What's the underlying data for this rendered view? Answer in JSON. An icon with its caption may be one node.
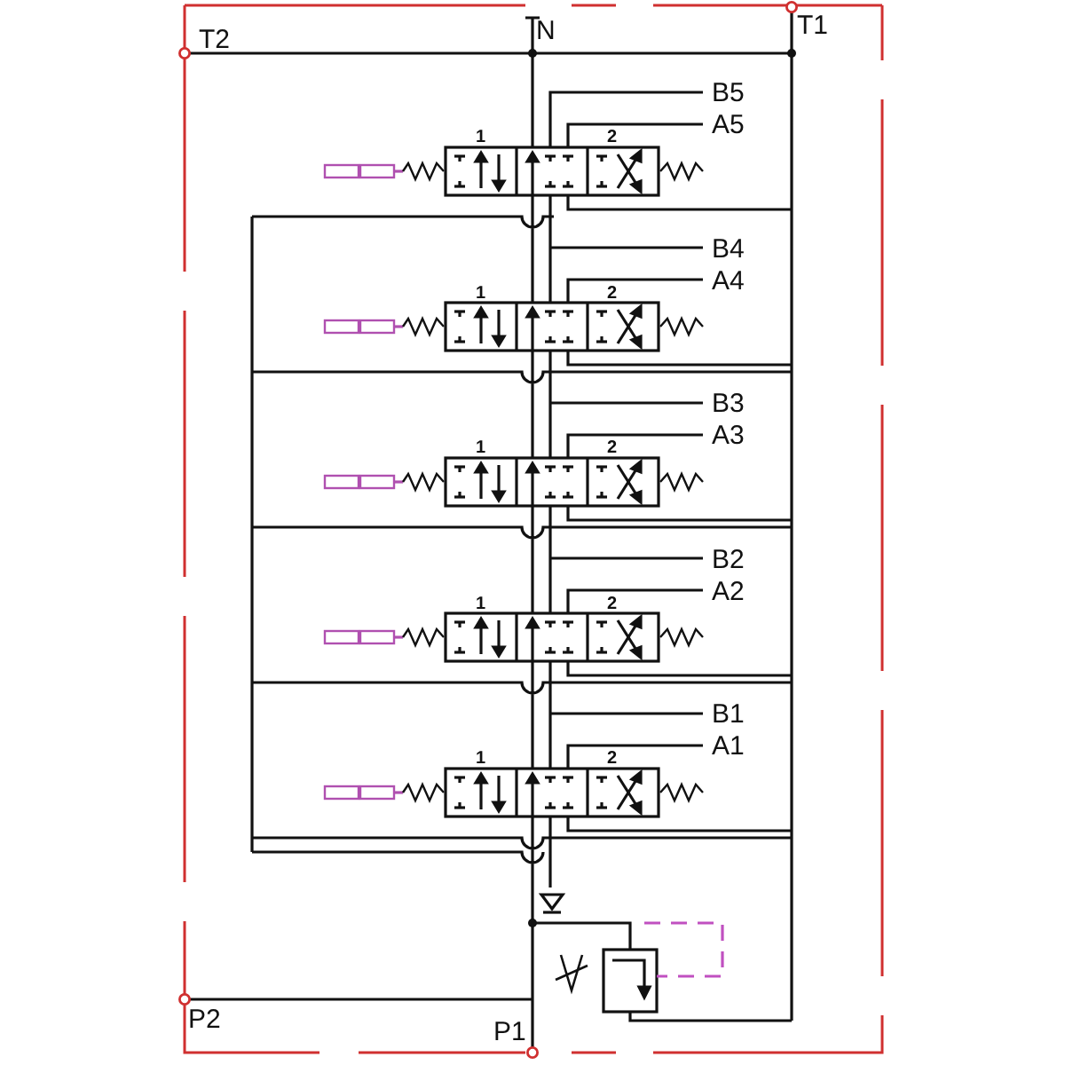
{
  "diagram": {
    "labels": [
      "T2",
      "N",
      "T1",
      "B5",
      "A5",
      "1",
      "2",
      "B4",
      "A4",
      "1",
      "2",
      "B3",
      "A3",
      "1",
      "2",
      "B2",
      "A2",
      "1",
      "2",
      "B1",
      "A1",
      "1",
      "2",
      "P2",
      "P1"
    ]
  }
}
